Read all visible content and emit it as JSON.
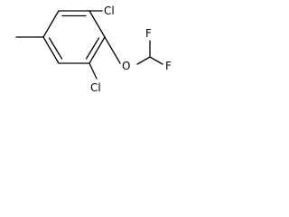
{
  "molecule": {
    "atoms": {
      "cl_top": "Cl",
      "cl_bottom": "Cl",
      "o": "O",
      "f_top": "F",
      "f_right": "F"
    }
  }
}
